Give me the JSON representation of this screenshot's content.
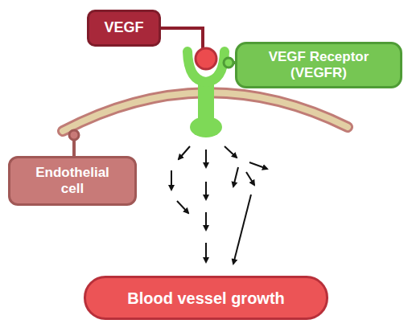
{
  "diagram": {
    "nodes": [
      {
        "text": [
          "VEGF"
        ]
      },
      {
        "text": [
          "VEGF Receptor (VEGFR)"
        ]
      },
      {
        "text": [
          "Endothelial cell"
        ]
      },
      {
        "text": [
          "Blood vessel growth"
        ]
      }
    ]
  }
}
